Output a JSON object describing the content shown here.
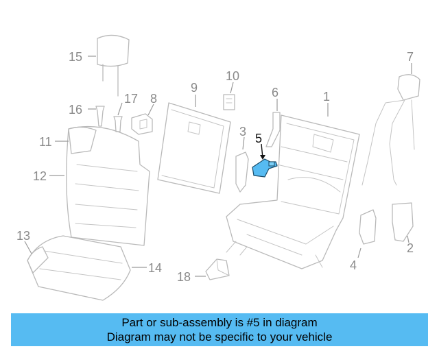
{
  "diagram": {
    "callouts": [
      {
        "label": "1"
      },
      {
        "label": "2"
      },
      {
        "label": "3"
      },
      {
        "label": "4"
      },
      {
        "label": "5"
      },
      {
        "label": "6"
      },
      {
        "label": "7"
      },
      {
        "label": "8"
      },
      {
        "label": "9"
      },
      {
        "label": "10"
      },
      {
        "label": "11"
      },
      {
        "label": "12"
      },
      {
        "label": "13"
      },
      {
        "label": "14"
      },
      {
        "label": "15"
      },
      {
        "label": "16"
      },
      {
        "label": "17"
      },
      {
        "label": "18"
      }
    ],
    "highlight_part": "5",
    "highlight_color": "#56bbf2",
    "line_color": "#b9b9b9"
  },
  "banner": {
    "line1": "Part or sub-assembly is #5 in diagram",
    "line2": "Diagram may not be specific to your vehicle",
    "background": "#56bbf2"
  }
}
